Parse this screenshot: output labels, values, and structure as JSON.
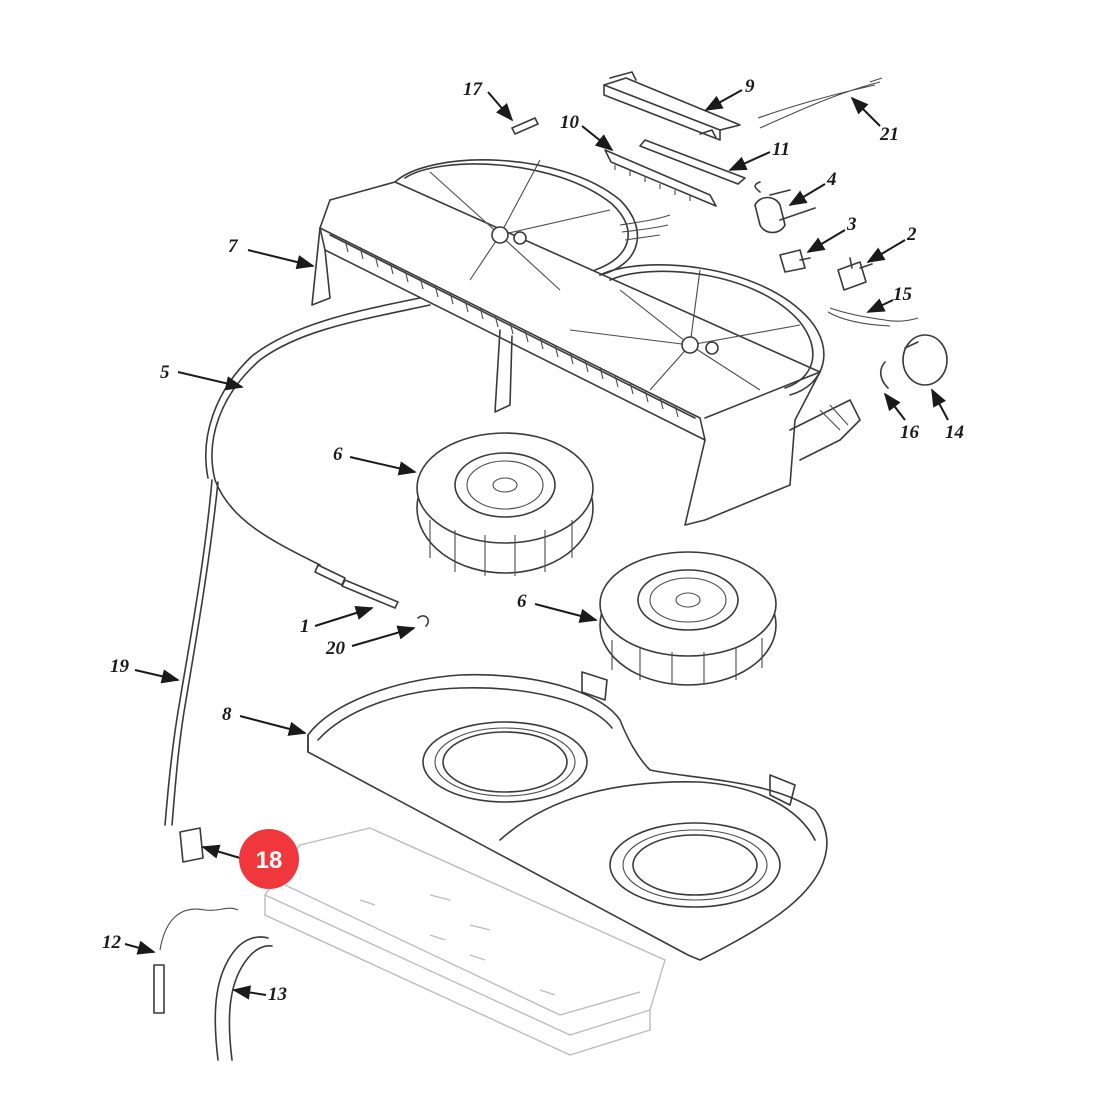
{
  "callouts": [
    {
      "id": "17",
      "label": "17"
    },
    {
      "id": "9",
      "label": "9"
    },
    {
      "id": "21",
      "label": "21"
    },
    {
      "id": "10",
      "label": "10"
    },
    {
      "id": "11",
      "label": "11"
    },
    {
      "id": "4",
      "label": "4"
    },
    {
      "id": "3",
      "label": "3"
    },
    {
      "id": "2",
      "label": "2"
    },
    {
      "id": "7",
      "label": "7"
    },
    {
      "id": "15",
      "label": "15"
    },
    {
      "id": "5",
      "label": "5"
    },
    {
      "id": "16",
      "label": "16"
    },
    {
      "id": "14",
      "label": "14"
    },
    {
      "id": "6a",
      "label": "6"
    },
    {
      "id": "6b",
      "label": "6"
    },
    {
      "id": "1",
      "label": "1"
    },
    {
      "id": "20",
      "label": "20"
    },
    {
      "id": "19",
      "label": "19"
    },
    {
      "id": "8",
      "label": "8"
    },
    {
      "id": "12",
      "label": "12"
    },
    {
      "id": "13",
      "label": "13"
    }
  ],
  "highlight": {
    "label": "18",
    "color": "#f0373c"
  }
}
